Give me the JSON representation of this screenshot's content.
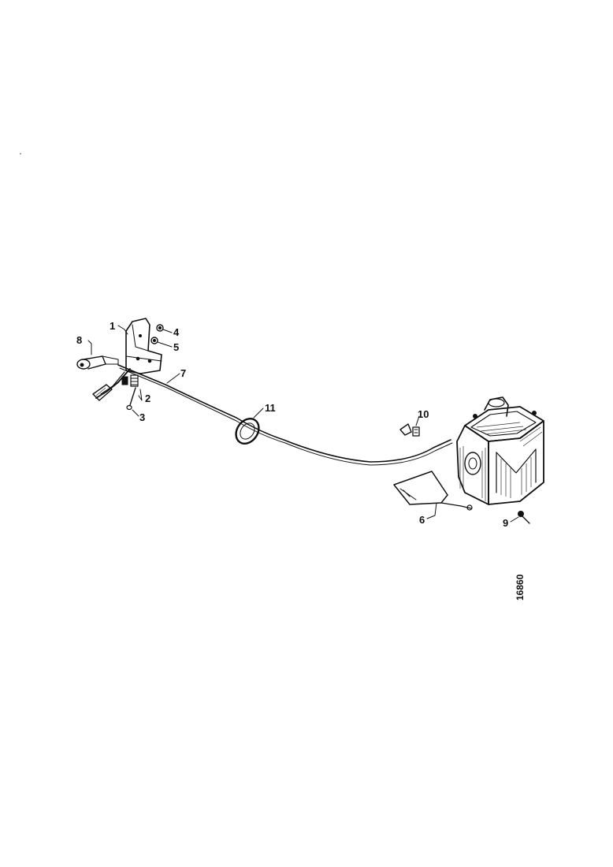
{
  "diagram": {
    "reference_number": "16860",
    "callouts": {
      "c1": "1",
      "c2": "2",
      "c3": "3",
      "c4": "4",
      "c5": "5",
      "c6": "6",
      "c7": "7",
      "c8": "8",
      "c9": "9",
      "c10": "10",
      "c11": "11"
    }
  }
}
